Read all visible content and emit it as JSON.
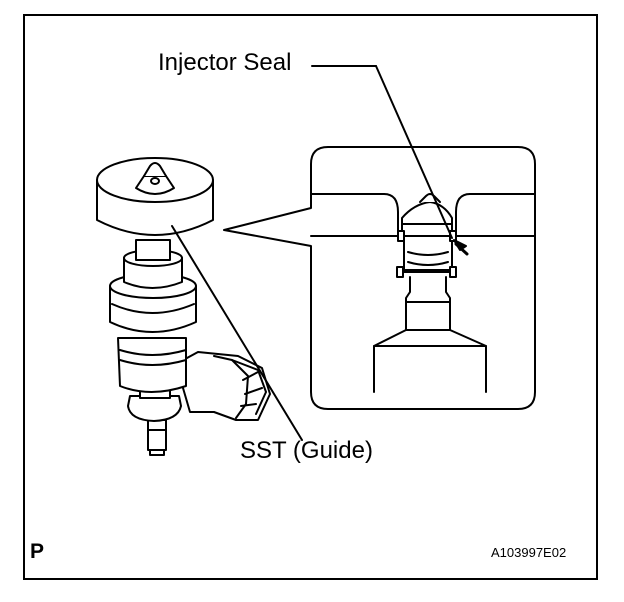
{
  "labels": {
    "injector_seal": "Injector Seal",
    "sst_guide": "SST (Guide)",
    "view_mark": "P",
    "figure_code": "A103997E02"
  },
  "colors": {
    "stroke": "#000000",
    "background": "#ffffff"
  }
}
